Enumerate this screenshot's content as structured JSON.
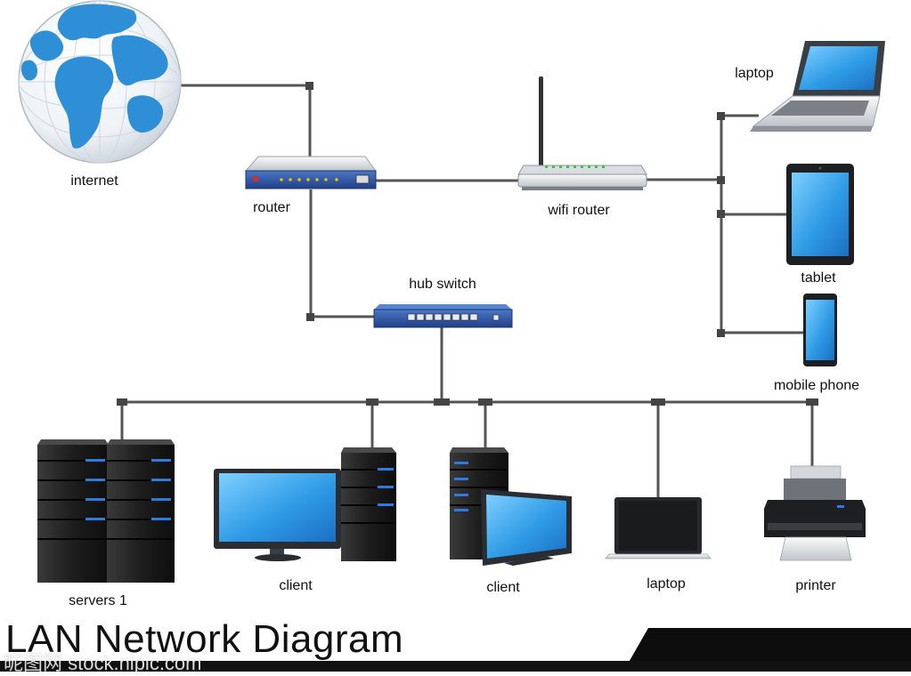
{
  "diagram": {
    "title": "LAN Network Diagram",
    "watermark": "昵图网 stock.nipic.com",
    "nodes": {
      "internet": "internet",
      "router": "router",
      "wifi_router": "wifi router",
      "hub_switch": "hub switch",
      "laptop_wireless": "laptop",
      "tablet": "tablet",
      "mobile_phone": "mobile phone",
      "servers": "servers 1",
      "client_1": "client",
      "client_2": "client",
      "laptop_wired": "laptop",
      "printer": "printer"
    },
    "colors": {
      "globe_ocean": "#2e8fd6",
      "device_blue": "#2f5fae",
      "screen_blue": "#3ea8ee",
      "wire": "#555555",
      "tower_black": "#1c1c1c",
      "led_blue": "#2b7be0"
    }
  }
}
